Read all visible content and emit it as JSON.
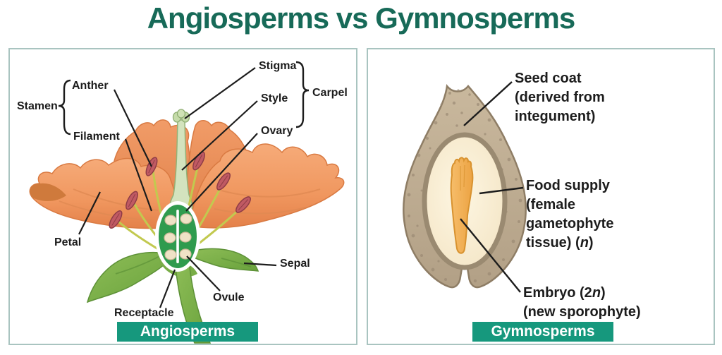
{
  "title": "Angiosperms vs Gymnosperms",
  "left_panel": {
    "labels": {
      "stamen": "Stamen",
      "anther": "Anther",
      "filament": "Filament",
      "stigma": "Stigma",
      "style": "Style",
      "carpel": "Carpel",
      "ovary": "Ovary",
      "petal": "Petal",
      "sepal": "Sepal",
      "ovule": "Ovule",
      "receptacle": "Receptacle"
    },
    "banner": "Angiosperms"
  },
  "right_panel": {
    "seed_coat": {
      "l1": "Seed coat",
      "l2": "(derived from",
      "l3": "integument)"
    },
    "food_supply": {
      "l1": "Food supply",
      "l2": "(female",
      "l3": "gametophyte",
      "l4a": "tissue) (",
      "l4b": "n",
      "l4c": ")"
    },
    "embryo": {
      "l1a": "Embryo (2",
      "l1b": "n",
      "l1c": ")",
      "l2": "(new sporophyte)"
    },
    "banner": "Gymnosperms"
  },
  "colors": {
    "title_color": "#176a58",
    "banner_color": "#16987d",
    "panel_border_color": "#a9c4c0",
    "label_color": "#1c1c1c"
  }
}
